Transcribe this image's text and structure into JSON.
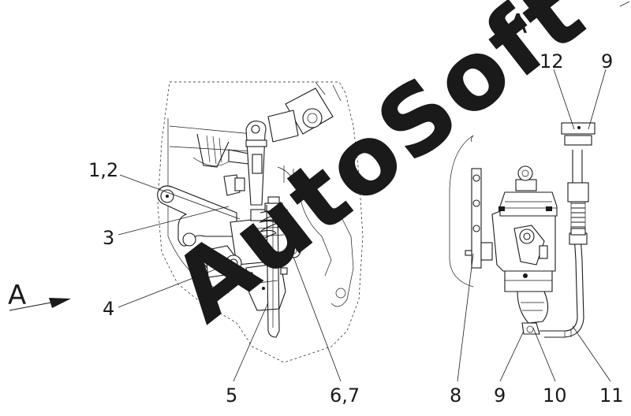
{
  "view_labels": {
    "section_title": "A",
    "arrow_label": "A"
  },
  "callouts": {
    "c1_2": "1,2",
    "c3": "3",
    "c4": "4",
    "c5": "5",
    "c6_7": "6,7",
    "c8": "8",
    "c9_bottom": "9",
    "c10": "10",
    "c11": "11",
    "c12": "12",
    "c9_top": "9"
  },
  "watermark": {
    "text": "AutoSoft"
  }
}
